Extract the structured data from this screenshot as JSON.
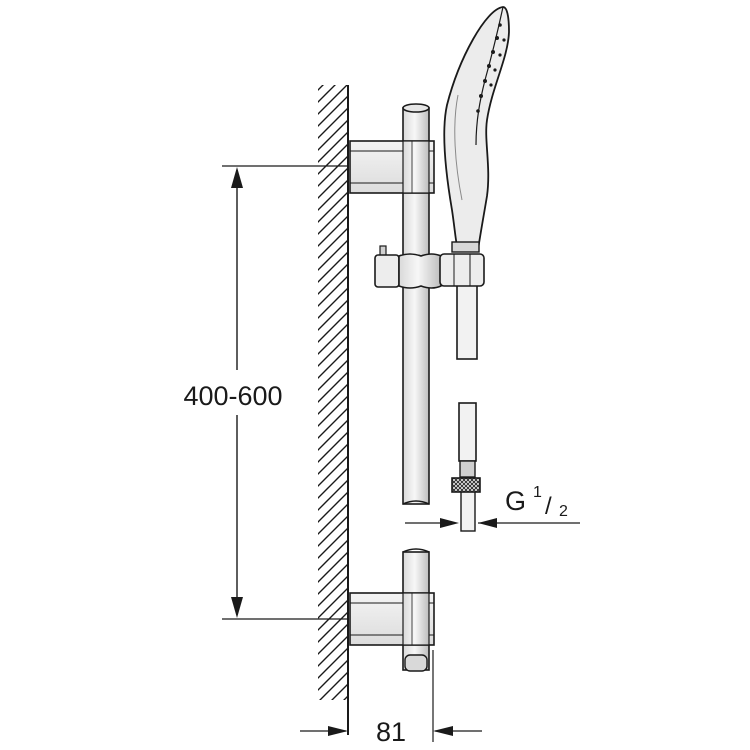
{
  "dimensions": {
    "height": "400-600",
    "width": "81",
    "thread": {
      "letter": "G",
      "numerator": "1",
      "slash": "/",
      "denominator": "2"
    }
  },
  "colors": {
    "line": "#1a1a1a",
    "metal": "#efefef",
    "shade": "#bdbdbd",
    "background": "#ffffff"
  },
  "parts": [
    "wall-hatch",
    "top-wall-bracket",
    "bottom-wall-bracket",
    "slide-rail",
    "slider-holder",
    "hand-shower",
    "shower-hose",
    "hose-connector-nut"
  ]
}
